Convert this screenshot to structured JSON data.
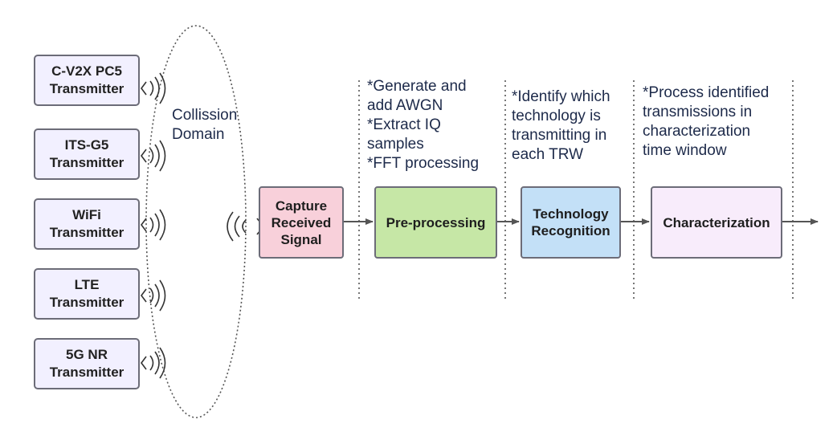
{
  "transmitters": [
    {
      "label": "C-V2X PC5\nTransmitter"
    },
    {
      "label": "ITS-G5\nTransmitter"
    },
    {
      "label": "WiFi\nTransmitter"
    },
    {
      "label": "LTE\nTransmitter"
    },
    {
      "label": "5G NR\nTransmitter"
    }
  ],
  "collision_domain": "Collission\nDomain",
  "blocks": {
    "capture": "Capture\nReceived\nSignal",
    "preprocessing": "Pre-processing",
    "recognition": "Technology\nRecognition",
    "characterization": "Characterization"
  },
  "notes": {
    "preprocessing": "*Generate and\nadd AWGN\n*Extract IQ\nsamples\n*FFT processing",
    "recognition": "*Identify which\ntechnology is\ntransmitting in\neach TRW",
    "characterization": "*Process identified\ntransmissions in\ncharacterization\ntime window"
  },
  "colors": {
    "transmitter_fill": "#f2f0ff",
    "capture_fill": "#f8d0da",
    "preprocessing_fill": "#c6e7a6",
    "recognition_fill": "#c3e0f7",
    "characterization_fill": "#f8ecfb",
    "border": "#6c6c78",
    "note_text": "#1d2a4a"
  },
  "icons": [
    "antenna-waves-icon",
    "arrow-right-icon"
  ]
}
